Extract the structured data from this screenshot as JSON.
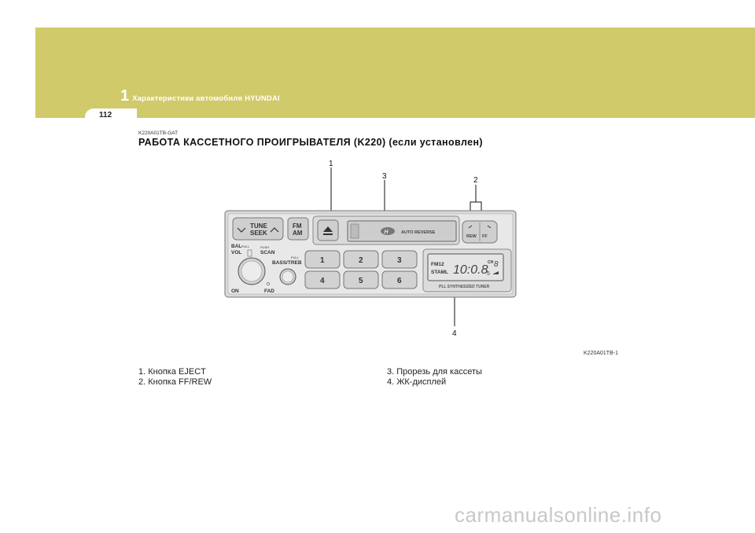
{
  "header": {
    "chapter_number": "1",
    "chapter_title": "Характеристики автомобиля HYUNDAI",
    "page_number": "112",
    "band_color": "#d1ca6a"
  },
  "section": {
    "code": "K220A01TB-GAT",
    "title": "РАБОТА КАССЕТНОГО ПРОИГРЫВАТЕЛЯ (K220) (если установлен)"
  },
  "figure": {
    "code": "K220A01TB-1",
    "callouts": [
      "1",
      "3",
      "2",
      "4"
    ],
    "radio": {
      "tune_seek": [
        "TUNE",
        "SEEK"
      ],
      "fm_am": [
        "FM",
        "AM"
      ],
      "auto_reverse": "AUTO REVERSE",
      "rew": "REW",
      "ff": "FF",
      "bal": "BAL",
      "pull1": "PULL",
      "vol": "VOL",
      "push": "PUSH",
      "scan": "SCAN",
      "pull2": "PULL",
      "bass_treb": "BASS/TREB",
      "on": "ON",
      "fad": "FAD",
      "presets": [
        "1",
        "2",
        "3",
        "4",
        "5",
        "6"
      ],
      "display_fm": "FM12",
      "display_st": "STAML",
      "display_digits": "10:0.8",
      "display_ch": "CH",
      "display_ch_num": "8",
      "display_5": "5",
      "tuner_label": "PLL SYNTHESIZED TUNER"
    }
  },
  "legend": {
    "left": [
      "1. Кнопка EJECT",
      "2. Кнопка FF/REW"
    ],
    "right": [
      "3. Прорезь для кассеты",
      "4. ЖК-дисплей"
    ]
  },
  "watermark": "carmanualsonline.info"
}
